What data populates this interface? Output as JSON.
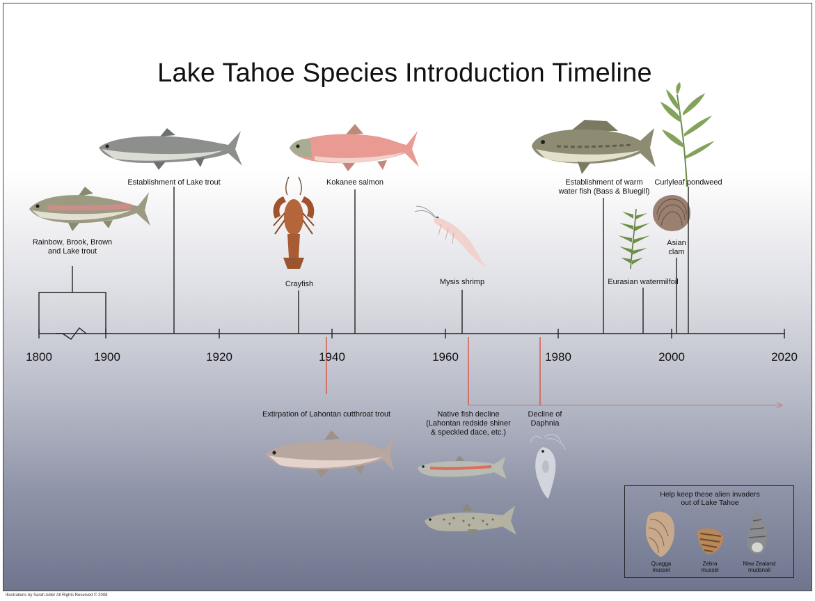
{
  "title": "Lake Tahoe Species Introduction Timeline",
  "axis_years": [
    "1800",
    "1900",
    "1920",
    "1940",
    "1960",
    "1980",
    "2000",
    "2020"
  ],
  "introductions": [
    {
      "label_line1": "Rainbow, Brook, Brown",
      "label_line2": "and Lake trout"
    },
    {
      "label_line1": "Establishment of Lake trout",
      "label_line2": ""
    },
    {
      "label_line1": "Crayfish",
      "label_line2": ""
    },
    {
      "label_line1": "Kokanee salmon",
      "label_line2": ""
    },
    {
      "label_line1": "Mysis shrimp",
      "label_line2": ""
    },
    {
      "label_line1": "Establishment of warm",
      "label_line2": "water fish (Bass & Bluegill)"
    },
    {
      "label_line1": "Eurasian watermilfoil",
      "label_line2": ""
    },
    {
      "label_line1": "Asian",
      "label_line2": "clam"
    },
    {
      "label_line1": "Curlyleaf pondweed",
      "label_line2": ""
    }
  ],
  "declines": [
    {
      "line1": "Extirpation of Lahontan cutthroat trout",
      "line2": "",
      "line3": ""
    },
    {
      "line1": "Native fish decline",
      "line2": "(Lahontan redside shiner",
      "line3": "& speckled dace, etc.)"
    },
    {
      "line1": "Decline of",
      "line2": "Daphnia",
      "line3": ""
    }
  ],
  "legend": {
    "title_line1": "Help keep these alien invaders",
    "title_line2": "out of Lake Tahoe",
    "items": [
      {
        "line1": "Quagga",
        "line2": "mussel"
      },
      {
        "line1": "Zebra",
        "line2": "mussel"
      },
      {
        "line1": "New Zealand",
        "line2": "mudsnail"
      }
    ]
  },
  "credit": "Illustrations by Sarah Adler All Rights Reserved © 2008",
  "colors": {
    "decline_line": "#d9533f",
    "timeline": "#222222"
  }
}
